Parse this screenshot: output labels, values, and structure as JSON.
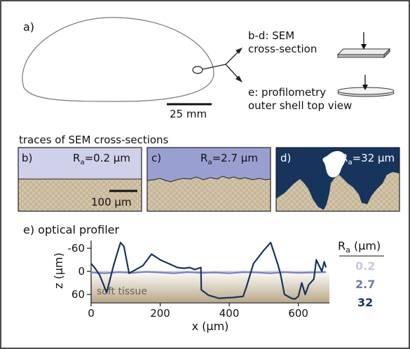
{
  "panel_a": {
    "label": "a)",
    "scale_label": "25 mm",
    "bd_line1": "b-d: SEM",
    "bd_line2": "cross-section",
    "e_line1": "e: profilometry",
    "e_line2": "outer shell top view"
  },
  "traces_title": "traces of SEM cross-sections",
  "panel_b": {
    "label": "b)",
    "ra_label": "R",
    "ra_sub": "a",
    "ra_value": "=0.2 μm",
    "scale_label": "100 μm"
  },
  "panel_c": {
    "label": "c)",
    "ra_label": "R",
    "ra_sub": "a",
    "ra_value": "=2.7 μm"
  },
  "panel_d": {
    "label": "d)",
    "ra_label": "R",
    "ra_sub": "a",
    "ra_value": "=32 μm"
  },
  "panel_e": {
    "label": "e) optical profiler",
    "tissue_label": "soft tissue"
  },
  "legend": {
    "title_main": "R",
    "title_sub": "a",
    "title_unit": " (μm)",
    "items": [
      {
        "label": "0.2",
        "color": "#c9c8e3"
      },
      {
        "label": "2.7",
        "color": "#7077b8"
      },
      {
        "label": "32",
        "color": "#17345c"
      }
    ]
  },
  "colors": {
    "smooth_fill": "#cfd0e9",
    "medium_fill": "#9a9fd1",
    "rough_fill": "#17345c",
    "tissue": "#d2c4a8",
    "rough_line": "#17345c",
    "medium_line": "#7a80c2",
    "smooth_line": "#c9c8e3"
  },
  "chart_data": {
    "type": "line",
    "xlabel": "x (μm)",
    "ylabel": "z (μm)",
    "xlim": [
      0,
      690
    ],
    "ylim": [
      80,
      -80
    ],
    "xticks": [
      0,
      200,
      400,
      600
    ],
    "yticks": [
      -60,
      0,
      60
    ],
    "series": [
      {
        "name": "0.2",
        "color": "#c9c8e3",
        "x": [
          0,
          680
        ],
        "y": [
          1,
          1
        ]
      },
      {
        "name": "2.7",
        "color": "#7a80c2",
        "x": [
          0,
          40,
          80,
          120,
          160,
          200,
          240,
          280,
          320,
          360,
          400,
          440,
          480,
          520,
          560,
          600,
          640,
          680
        ],
        "y": [
          3,
          5,
          2,
          4,
          1,
          3,
          5,
          2,
          4,
          3,
          5,
          2,
          3,
          5,
          2,
          4,
          3,
          2
        ]
      },
      {
        "name": "32",
        "color": "#17345c",
        "x": [
          0,
          10,
          25,
          45,
          55,
          65,
          85,
          95,
          110,
          130,
          150,
          175,
          200,
          225,
          250,
          270,
          285,
          300,
          318,
          319,
          340,
          370,
          410,
          440,
          450,
          470,
          500,
          520,
          540,
          548,
          560,
          580,
          590,
          600,
          610,
          620,
          630,
          645,
          652,
          668,
          675,
          680
        ],
        "y": [
          -20,
          -10,
          10,
          55,
          20,
          -15,
          -75,
          -65,
          5,
          -5,
          -15,
          -45,
          -30,
          -20,
          -10,
          -8,
          -10,
          -5,
          -10,
          48,
          62,
          70,
          68,
          65,
          40,
          -20,
          -55,
          -75,
          -20,
          5,
          60,
          70,
          72,
          65,
          30,
          60,
          35,
          20,
          -30,
          0,
          -25,
          -10
        ]
      }
    ]
  }
}
